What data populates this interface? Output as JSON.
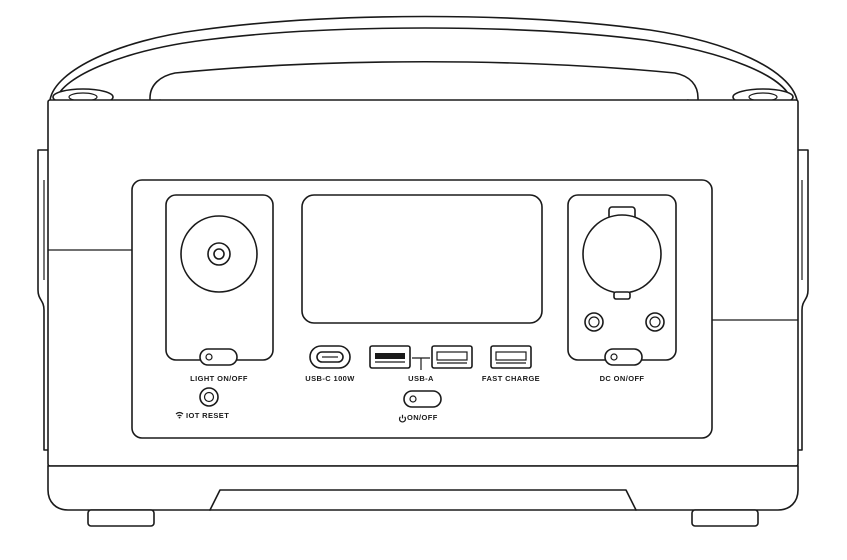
{
  "labels": {
    "light": "LIGHT ON/OFF",
    "iot_reset": "IOT RESET",
    "usb_c": "USB-C 100W",
    "usb_a": "USB-A",
    "fast_charge": "FAST CHARGE",
    "dc": "DC ON/OFF",
    "power": "ON/OFF"
  },
  "icons": {
    "wifi": "wifi-icon",
    "power": "power-icon"
  },
  "colors": {
    "line": "#1a1a1a",
    "fill": "#ffffff"
  }
}
